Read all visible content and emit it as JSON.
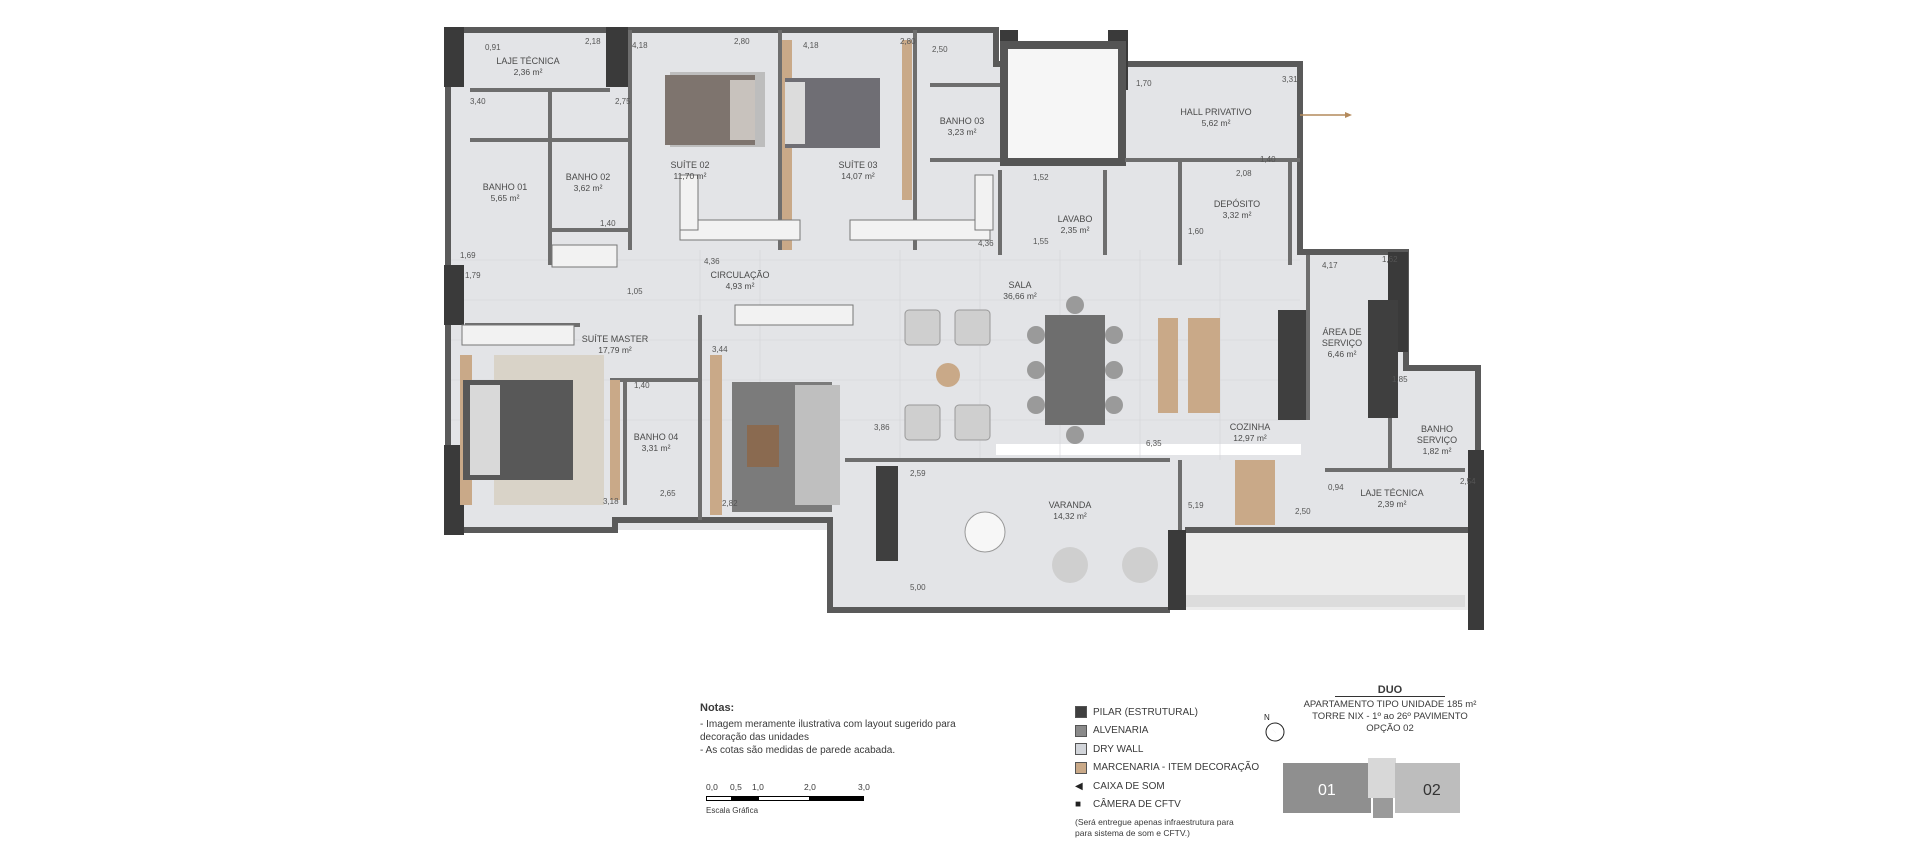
{
  "rooms": [
    {
      "id": "laje-tecnica-1",
      "name": "LAJE TÉCNICA",
      "area": "2,36 m²"
    },
    {
      "id": "suite-02",
      "name": "SUÍTE 02",
      "area": "11,70 m²"
    },
    {
      "id": "suite-03",
      "name": "SUÍTE 03",
      "area": "14,07 m²"
    },
    {
      "id": "banho-03",
      "name": "BANHO 03",
      "area": "3,23 m²"
    },
    {
      "id": "hall-privativo",
      "name": "HALL PRIVATIVO",
      "area": "5,62 m²"
    },
    {
      "id": "banho-01",
      "name": "BANHO 01",
      "area": "5,65 m²"
    },
    {
      "id": "banho-02",
      "name": "BANHO 02",
      "area": "3,62 m²"
    },
    {
      "id": "lavabo",
      "name": "LAVABO",
      "area": "2,35 m²"
    },
    {
      "id": "deposito",
      "name": "DEPÓSITO",
      "area": "3,32 m²"
    },
    {
      "id": "circulacao",
      "name": "CIRCULAÇÃO",
      "area": "4,93 m²"
    },
    {
      "id": "sala",
      "name": "SALA",
      "area": "36,66 m²"
    },
    {
      "id": "suite-master",
      "name": "SUÍTE MASTER",
      "area": "17,79 m²"
    },
    {
      "id": "area-servico",
      "name": "ÁREA DE",
      "name2": "SERVIÇO",
      "area": "6,46 m²"
    },
    {
      "id": "banho-04",
      "name": "BANHO 04",
      "area": "3,31 m²"
    },
    {
      "id": "cozinha",
      "name": "COZINHA",
      "area": "12,97 m²"
    },
    {
      "id": "banho-servico",
      "name": "BANHO",
      "name2": "SERVIÇO",
      "area": "1,82 m²"
    },
    {
      "id": "varanda",
      "name": "VARANDA",
      "area": "14,32 m²"
    },
    {
      "id": "laje-tecnica-2",
      "name": "LAJE TÉCNICA",
      "area": "2,39 m²"
    }
  ],
  "dimensions": [
    "0,91",
    "2,18",
    "4,18",
    "2,80",
    "4,18",
    "2,80",
    "2,50",
    "1,70",
    "3,31",
    "3,40",
    "2,75",
    "1,40",
    "1,52",
    "2,08",
    "1,40",
    "1,60",
    "1,69",
    "4,36",
    "4,36",
    "1,55",
    "4,17",
    "1,62",
    "1,79",
    "1,05",
    "3,44",
    "1,40",
    "1,85",
    "3,86",
    "6,35",
    "2,59",
    "3,18",
    "2,65",
    "2,82",
    "5,19",
    "0,94",
    "2,54",
    "2,50",
    "5,00"
  ],
  "notes": {
    "heading": "Notas:",
    "line1": "- Imagem meramente ilustrativa com layout sugerido para",
    "line2": "decoração das unidades",
    "line3": "- As cotas são medidas de parede acabada."
  },
  "scale": {
    "labels": [
      "0,0",
      "0,5",
      "1,0",
      "2,0",
      "3,0"
    ],
    "caption": "Escala Gráfica"
  },
  "legend": {
    "items": [
      {
        "label": "PILAR (ESTRUTURAL)",
        "color": "#3f3f3f"
      },
      {
        "label": "ALVENARIA",
        "color": "#8a8a8a"
      },
      {
        "label": "DRY WALL",
        "color": "#d2d5da"
      },
      {
        "label": "MARCENARIA - ITEM DECORAÇÃO",
        "color": "#c9a988"
      }
    ],
    "speaker_label": "CAIXA DE SOM",
    "camera_label": "CÂMERA DE CFTV",
    "footnote": "(Será entregue apenas infraestrutura para para sistema de som e CFTV.)"
  },
  "title_block": {
    "brand": "DUO",
    "line1": "APARTAMENTO TIPO UNIDADE 185 m²",
    "line2": "TORRE NIX - 1º ao 26º PAVIMENTO",
    "line3": "OPÇÃO 02"
  },
  "north_label": "N",
  "keyplan": {
    "unit_left": "01",
    "unit_right": "02"
  },
  "colors": {
    "floor": "#e4e5e8",
    "wall": "#555555",
    "pillar": "#3a3a3a",
    "wood": "#c9a988",
    "outdoor": "#efefef"
  }
}
